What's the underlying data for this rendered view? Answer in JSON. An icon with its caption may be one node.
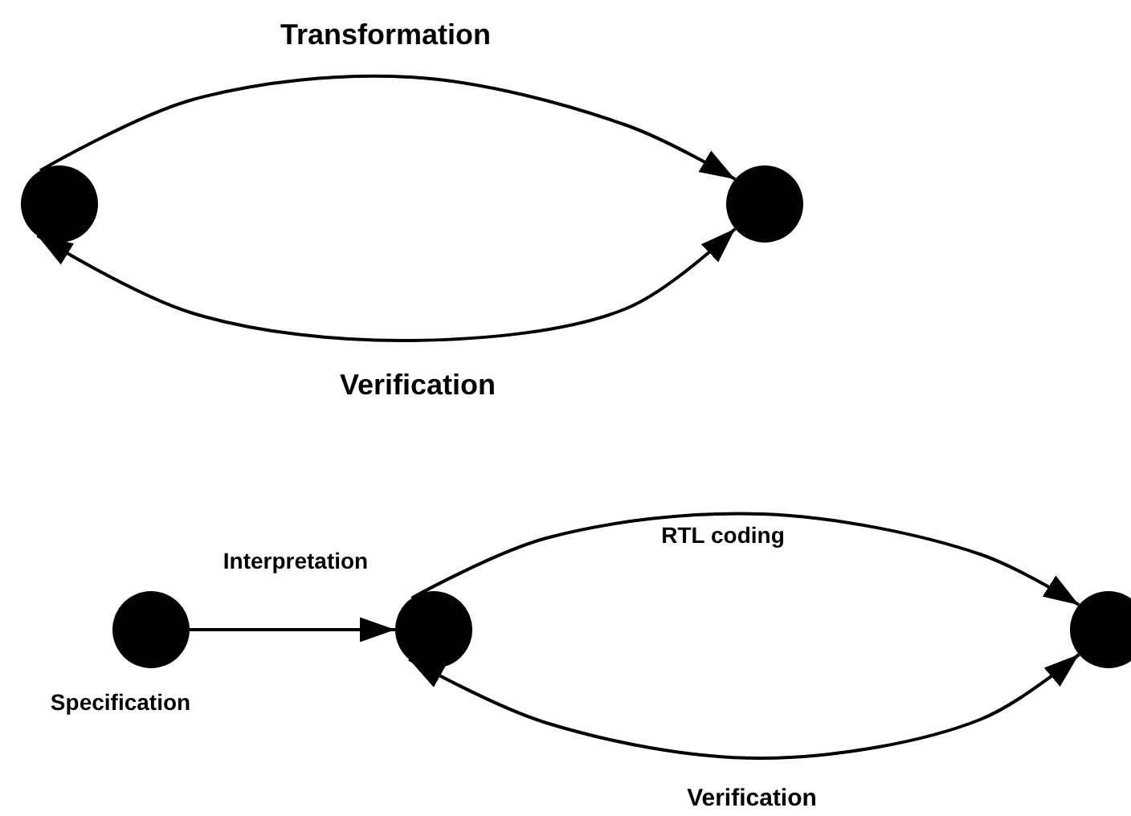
{
  "diagram": {
    "nodes": [
      {
        "text": [],
        "shape": "circle"
      },
      {
        "text": [],
        "shape": "circle"
      },
      {
        "text": [],
        "shape": "circle",
        "beside": [
          "Specification"
        ]
      },
      {
        "text": [],
        "shape": "circle"
      },
      {
        "text": [],
        "shape": "circle"
      }
    ],
    "edges": [
      {
        "from": 0,
        "to": 1,
        "arrow": "to",
        "label": "Transformation"
      },
      {
        "from": 0,
        "to": 1,
        "arrow": "both",
        "label": "Verification"
      },
      {
        "from": 2,
        "to": 3,
        "arrow": "to",
        "label": "Interpretation"
      },
      {
        "from": 3,
        "to": 4,
        "arrow": "to",
        "label": "RTL coding"
      },
      {
        "from": 3,
        "to": 4,
        "arrow": "both",
        "label": "Verification"
      }
    ]
  }
}
